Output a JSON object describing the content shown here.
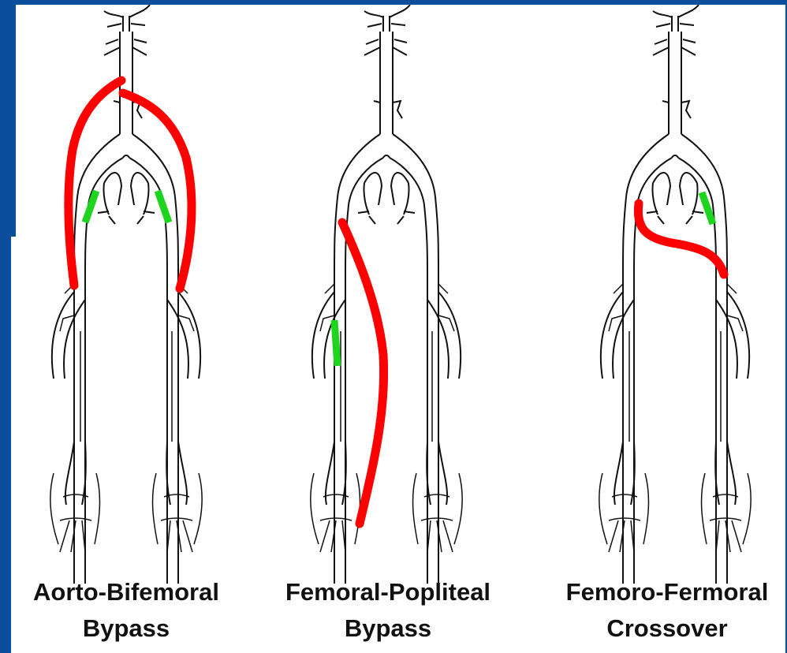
{
  "figure": {
    "panels": [
      {
        "id": "aorto-bifemoral",
        "caption_line1": "Aorto-Bifemoral",
        "caption_line2": "Bypass"
      },
      {
        "id": "femoral-popliteal",
        "caption_line1": "Femoral-Popliteal",
        "caption_line2": "Bypass"
      },
      {
        "id": "femoro-femoral",
        "caption_line1": "Femoro-Fermoral",
        "caption_line2": "Crossover"
      }
    ],
    "colors": {
      "graft": "#ff0000",
      "occlusion": "#1ed41e",
      "vessel_outline": "#111111",
      "frame": "#0b4f9c"
    }
  }
}
